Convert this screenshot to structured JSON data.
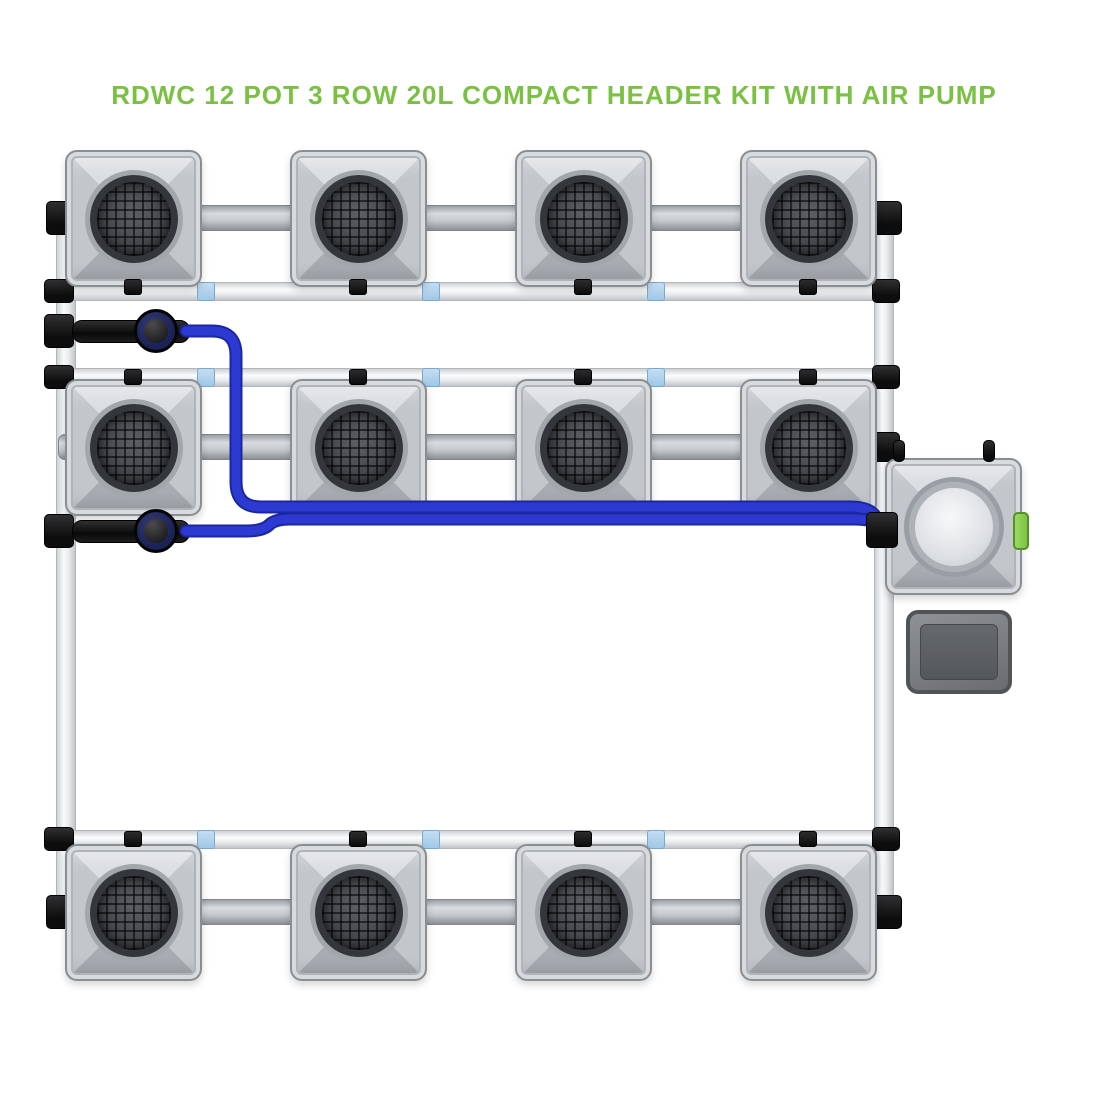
{
  "title": "RDWC 12 POT 3 ROW 20L COMPACT HEADER KIT WITH AIR PUMP",
  "kit": {
    "total_pots": 12,
    "rows": 3,
    "pots_per_row": 4,
    "pot_volume": "20L",
    "has_header_tank": true,
    "has_air_pump": true
  },
  "colors": {
    "title": "#7ac143",
    "hose": "#2c3ad2",
    "hose_dark": "#1b27a0",
    "clip": "#9fc8e8",
    "valve_green": "#7dc242",
    "fitting_black": "#0d0d0d"
  }
}
